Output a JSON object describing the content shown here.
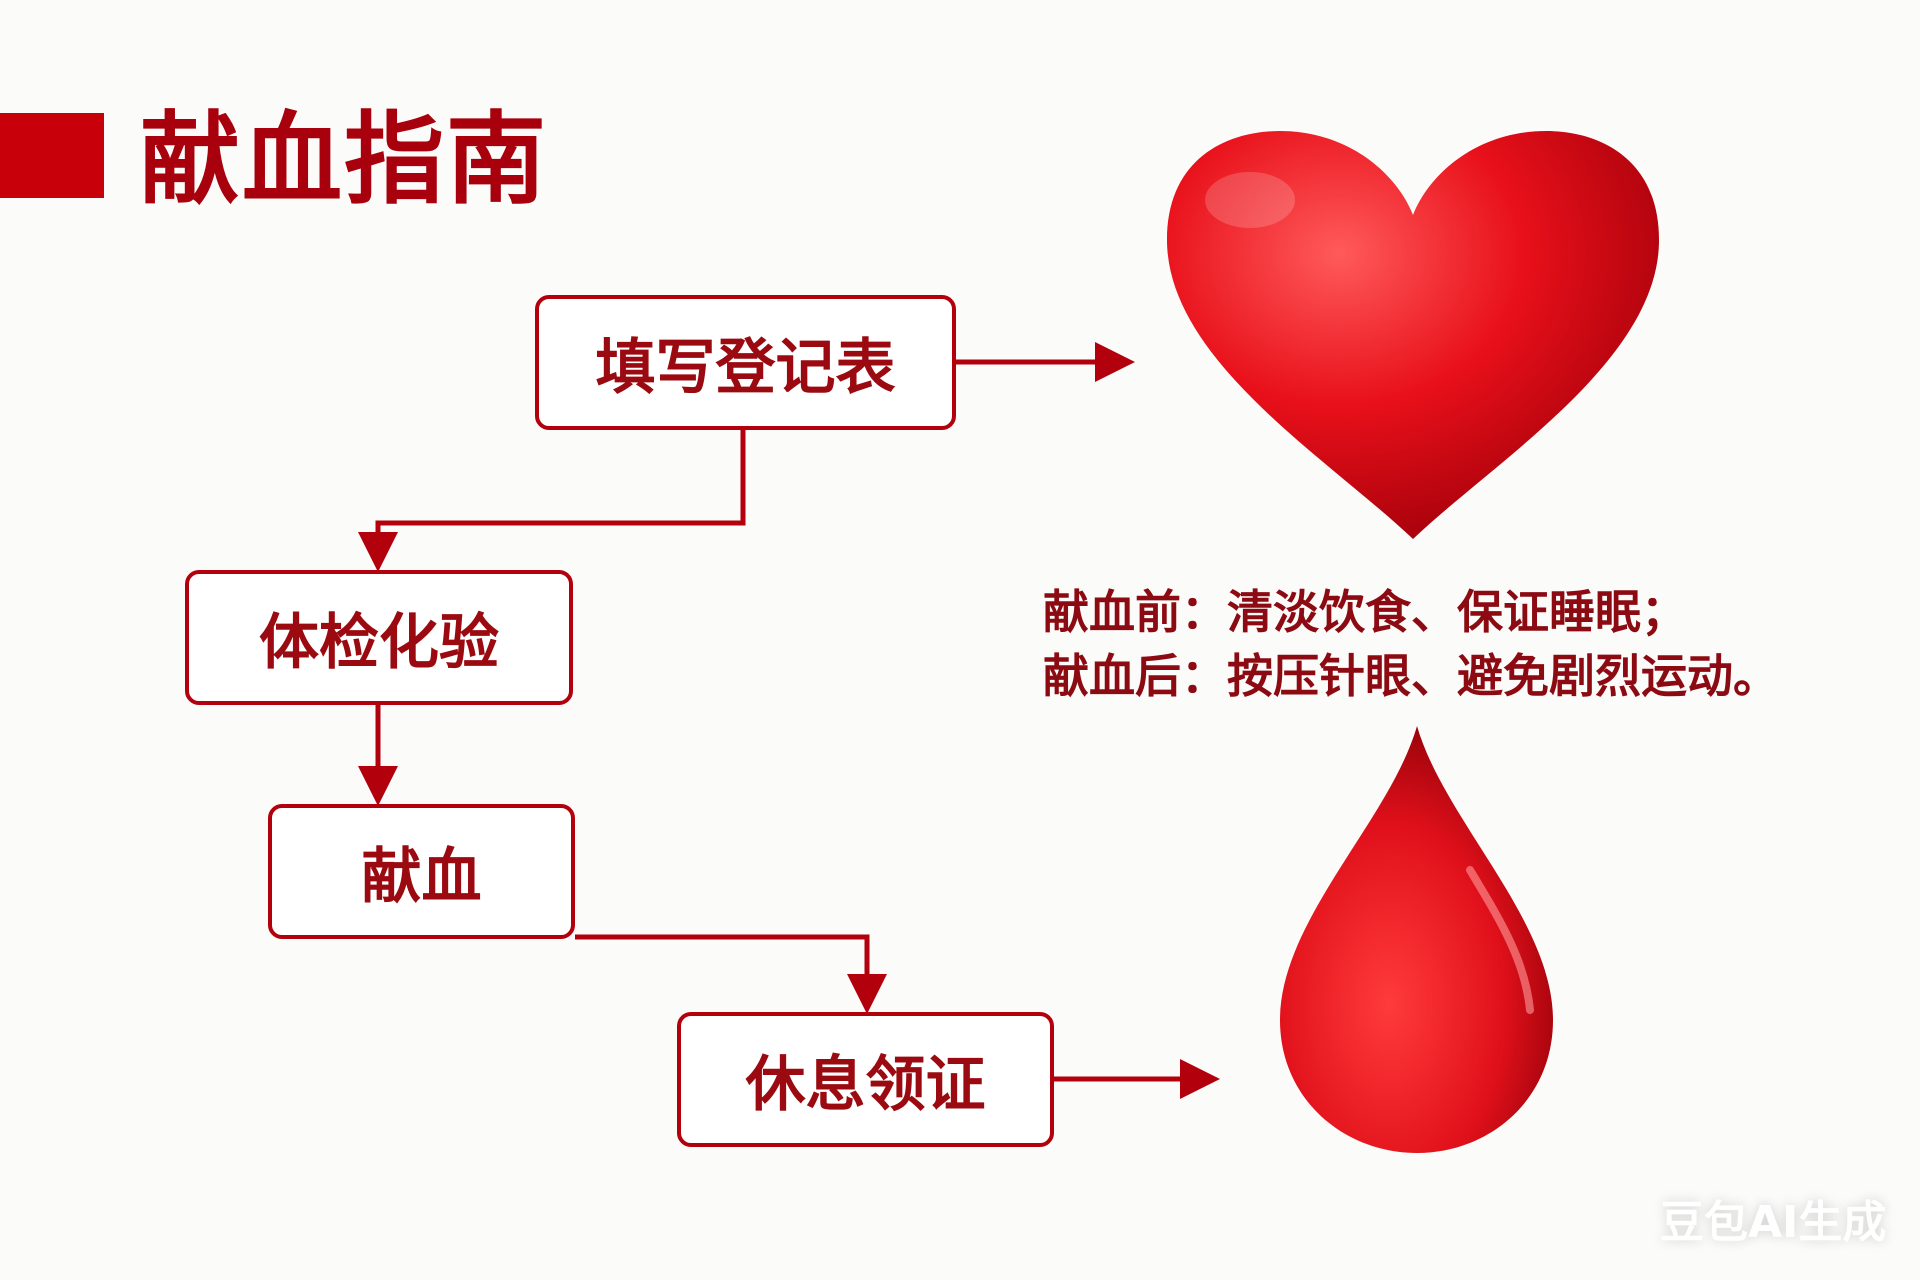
{
  "title": "献血指南",
  "steps": [
    "填写登记表",
    "体检化验",
    "献血",
    "休息领证"
  ],
  "tips": {
    "before": "献血前：清淡饮食、保证睡眠；",
    "after": "献血后：按压针眼、避免剧烈运动。"
  },
  "icons": [
    "heart-icon",
    "blood-drop-icon"
  ],
  "watermark": "豆包AI生成",
  "colors": {
    "accent": "#c8000a",
    "text": "#9a0a10",
    "line": "#b3000d"
  }
}
